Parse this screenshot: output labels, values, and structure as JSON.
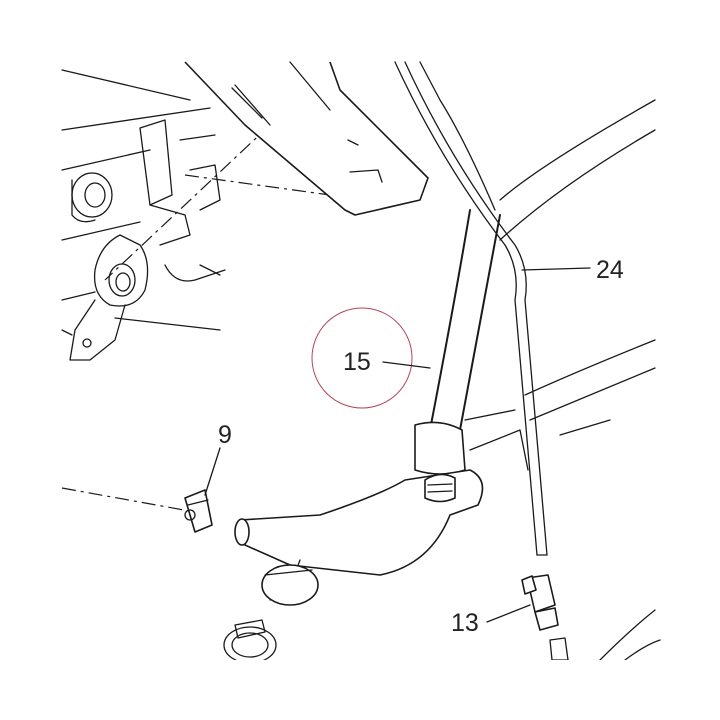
{
  "callouts": {
    "c15": "15",
    "c24": "24",
    "c9": "9",
    "c13": "13"
  },
  "colors": {
    "line": "#1a1a1a",
    "highlight_circle": "#b0465a"
  }
}
